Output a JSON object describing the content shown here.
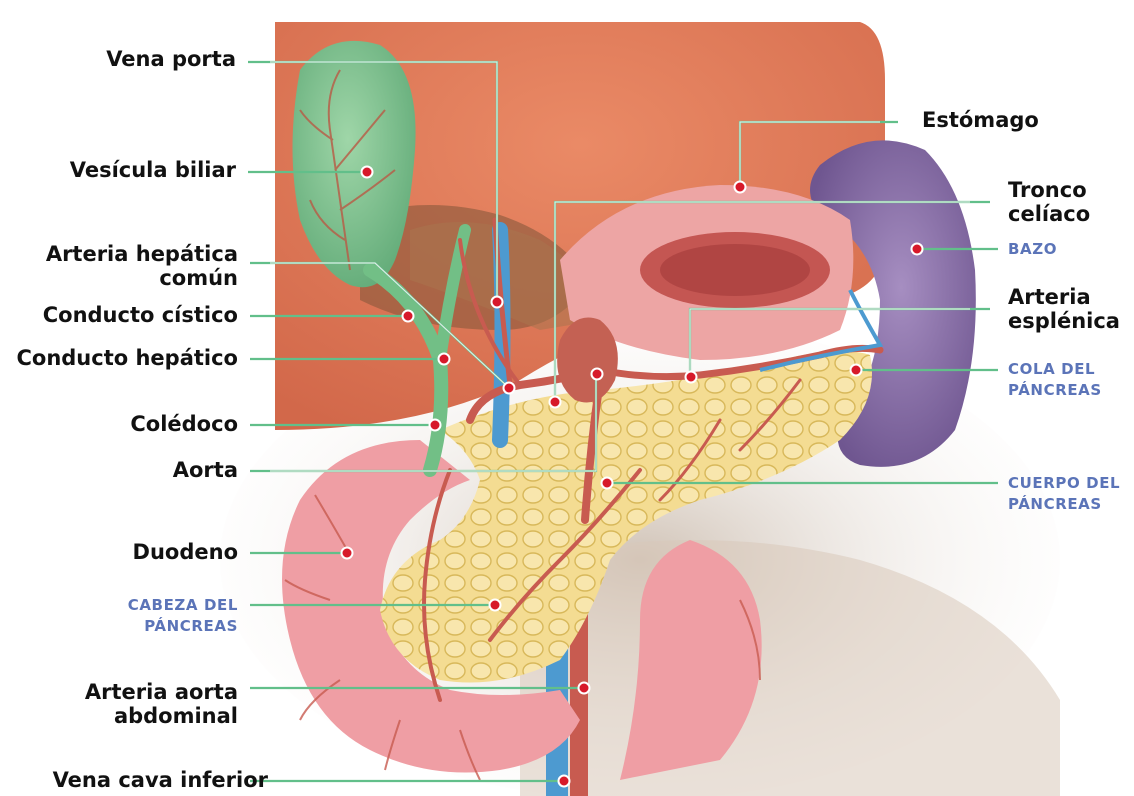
{
  "labels": {
    "vena_porta": "Vena porta",
    "vesicula_biliar": "Vesícula biliar",
    "arteria_hepatica": [
      "Arteria hepática",
      "común"
    ],
    "conducto_cistico": "Conducto cístico",
    "conducto_hepatico": "Conducto hepático",
    "coledoco": "Colédoco",
    "aorta": "Aorta",
    "duodeno": "Duodeno",
    "cabeza_pancreas": [
      "CABEZA DEL",
      "PÁNCREAS"
    ],
    "arteria_aorta_abdominal": [
      "Arteria aorta",
      "abdominal"
    ],
    "vena_cava_inferior": "Vena cava inferior",
    "estomago": "Estómago",
    "tronco_celiaco": [
      "Tronco",
      "celíaco"
    ],
    "bazo": "BAZO",
    "arteria_esplenica": [
      "Arteria",
      "esplénica"
    ],
    "cola_pancreas": [
      "COLA DEL",
      "PÁNCREAS"
    ],
    "cuerpo_pancreas": [
      "CUERPO DEL",
      "PÁNCREAS"
    ]
  },
  "colors": {
    "label_black": "#111111",
    "label_blue": "#5b74b8",
    "leader_line": "#62bf8a",
    "pointer_dot": "#d7192a",
    "liver": "#e07a58",
    "gallbladder": "#7cc38c",
    "spleen": "#8d73a8",
    "pancreas": "#f3d98a",
    "stomach": "#eca1a3",
    "duodenum": "#ef9ea4",
    "artery": "#c85b50",
    "vein": "#4d9ad0"
  }
}
